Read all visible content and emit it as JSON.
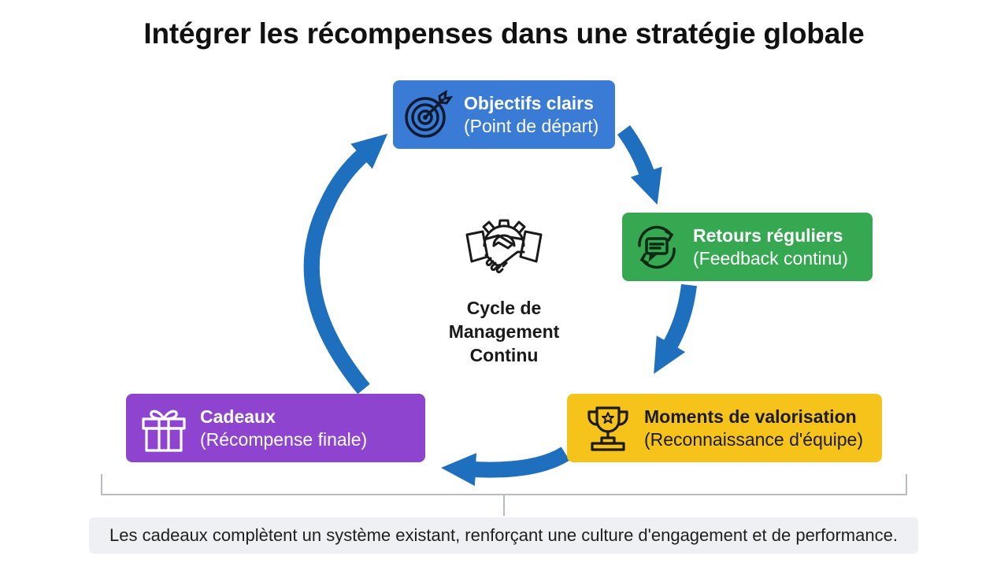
{
  "title": "Intégrer les récompenses dans une stratégie globale",
  "colors": {
    "arrow": "#1f6fbf",
    "objectifs": "#3a7bd5",
    "retours": "#36a852",
    "moments": "#f6c31a",
    "cadeaux": "#8e44cf",
    "footer_bg": "#eef0f3"
  },
  "steps": [
    {
      "title": "Objectifs clairs",
      "subtitle": "(Point de départ)",
      "icon": "target-icon"
    },
    {
      "title": "Retours réguliers",
      "subtitle": "(Feedback continu)",
      "icon": "feedback-cycle-icon"
    },
    {
      "title": "Moments de valorisation",
      "subtitle": "(Reconnaissance d'équipe)",
      "icon": "trophy-icon"
    },
    {
      "title": "Cadeaux",
      "subtitle": "(Récompense finale)",
      "icon": "gift-icon"
    }
  ],
  "center": {
    "icon": "handshake-gear-icon",
    "lines": [
      "Cycle de",
      "Management",
      "Continu"
    ]
  },
  "footer": "Les cadeaux complètent un système existant, renforçant une culture d'engagement et de performance."
}
